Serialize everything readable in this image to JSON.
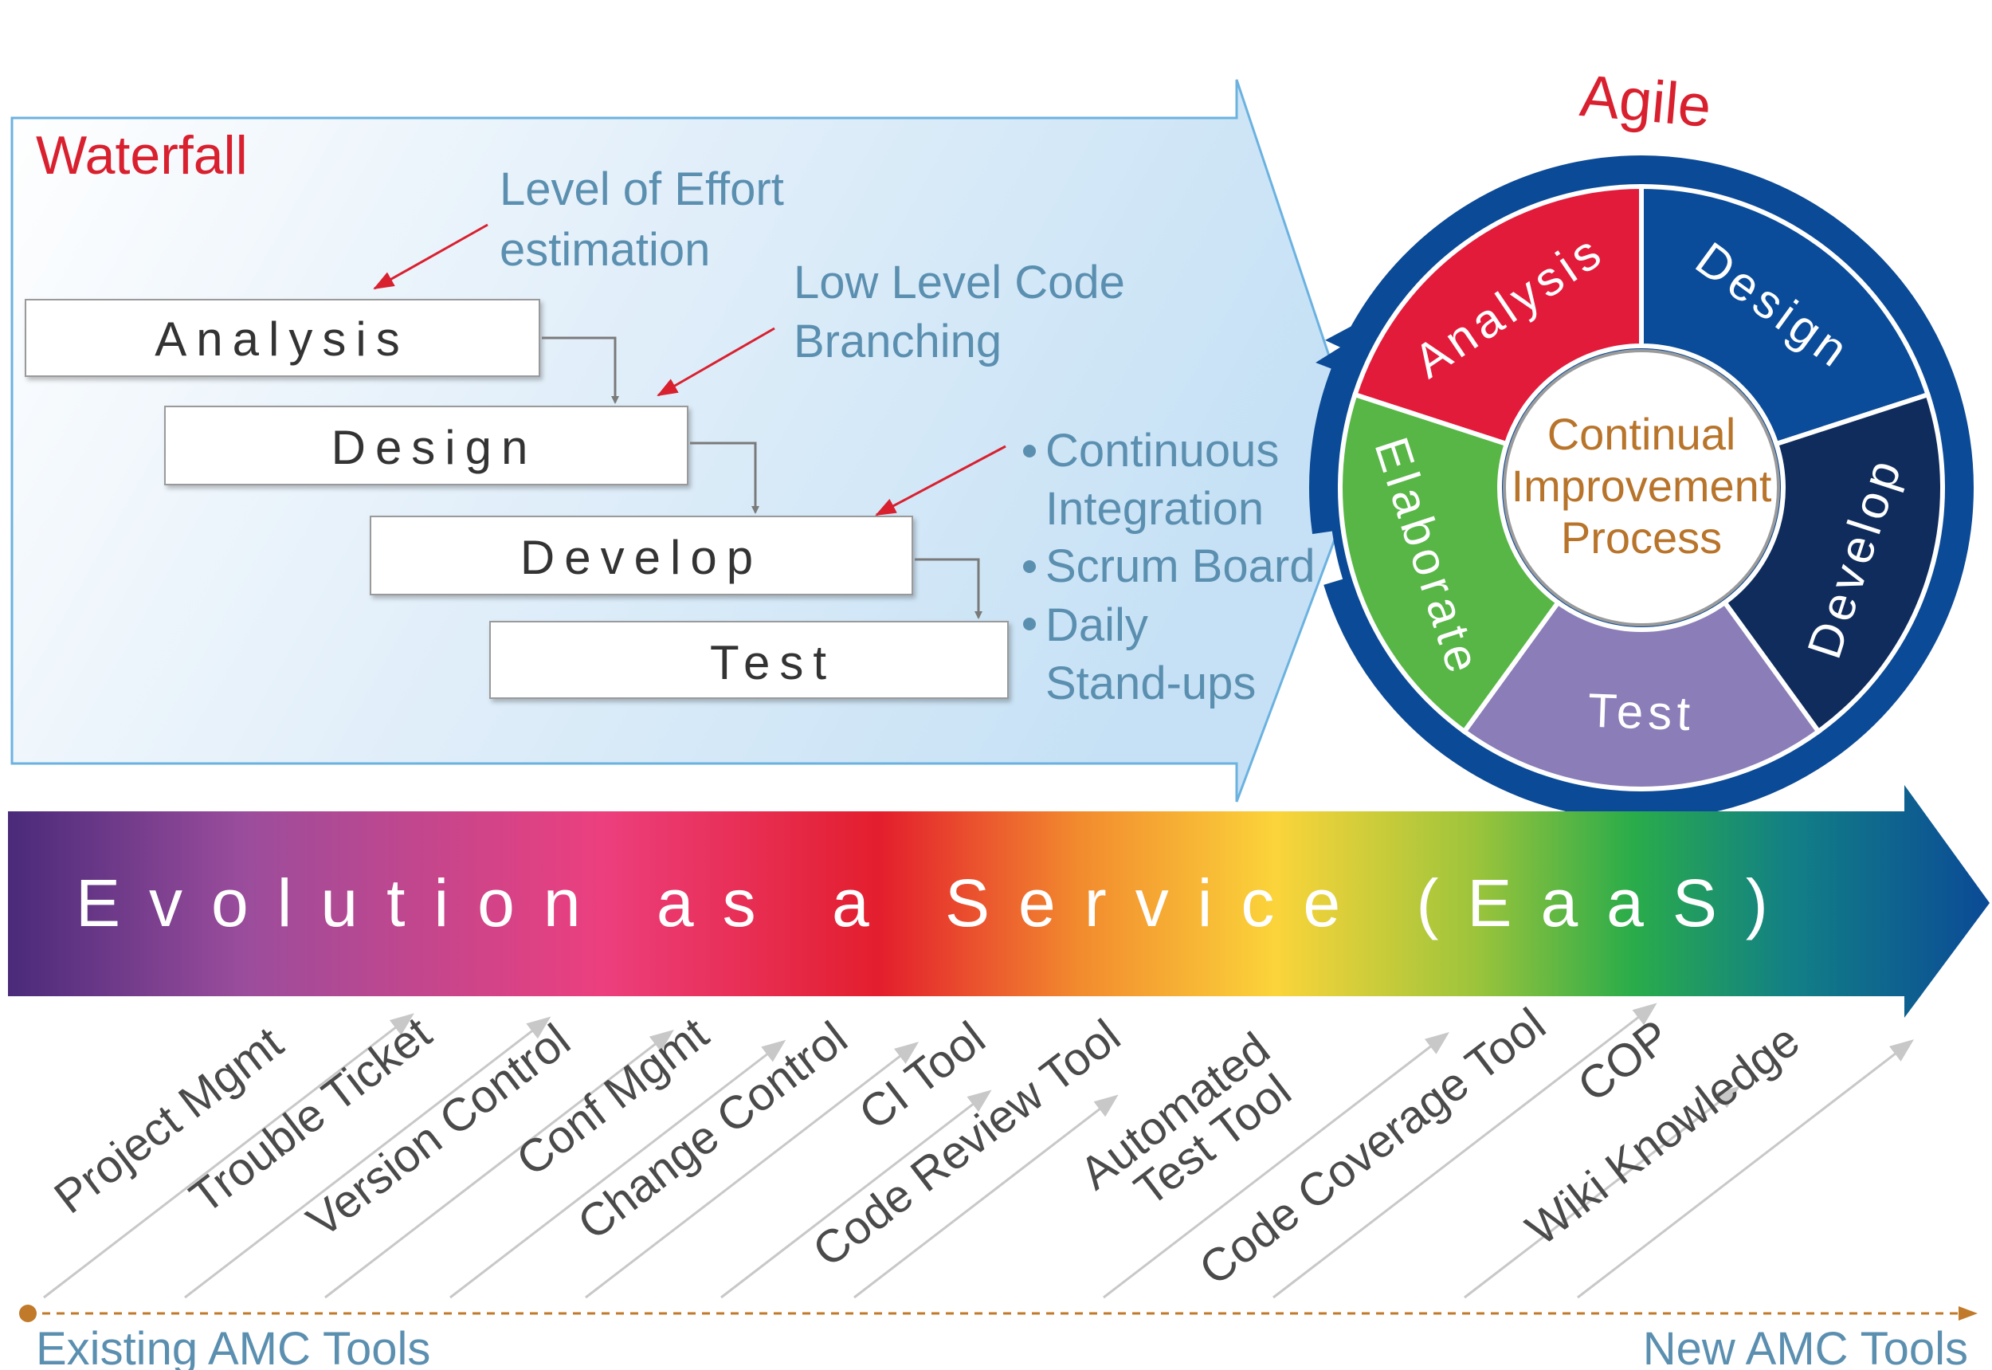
{
  "waterfall": {
    "title": "Waterfall",
    "stages": [
      "Analysis",
      "Design",
      "Develop",
      "Test"
    ],
    "notes": {
      "effort": [
        "Level of Effort",
        "estimation"
      ],
      "branching": [
        "Low Level Code",
        "Branching"
      ]
    },
    "bullets": [
      "Continuous",
      "Integration",
      "Scrum Board",
      "Daily",
      "Stand-ups"
    ]
  },
  "agile": {
    "title": "Agile",
    "segments": [
      "Analysis",
      "Design",
      "Develop",
      "Test",
      "Elaborate"
    ],
    "center": [
      "Continual",
      "Improvement",
      "Process"
    ],
    "colors": {
      "analysis": "#e31b3b",
      "design": "#0a4c9a",
      "develop": "#0f2c5c",
      "test": "#8b7db8",
      "elaborate": "#57b646",
      "ring": "#0b4a96",
      "center_text": "#b8742a"
    }
  },
  "eaas": {
    "title": "Evolution as a Service (EaaS)"
  },
  "tools": [
    [
      "Project Mgmt"
    ],
    [
      "Trouble Ticket"
    ],
    [
      "Version Control"
    ],
    [
      "Conf Mgmt"
    ],
    [
      "Change Control"
    ],
    [
      "CI Tool"
    ],
    [
      "Code Review Tool"
    ],
    [
      "Automated",
      "Test Tool"
    ],
    [
      "Code Coverage Tool"
    ],
    [
      "COP"
    ],
    [
      "Wiki Knowledge"
    ]
  ],
  "timeline": {
    "left": "Existing AMC Tools",
    "right": "New AMC Tools"
  },
  "colors": {
    "label_blue": "#5b8fb0",
    "title_red": "#d9202f",
    "note_arrow": "#d9202f",
    "timeline": "#c07a2a"
  }
}
